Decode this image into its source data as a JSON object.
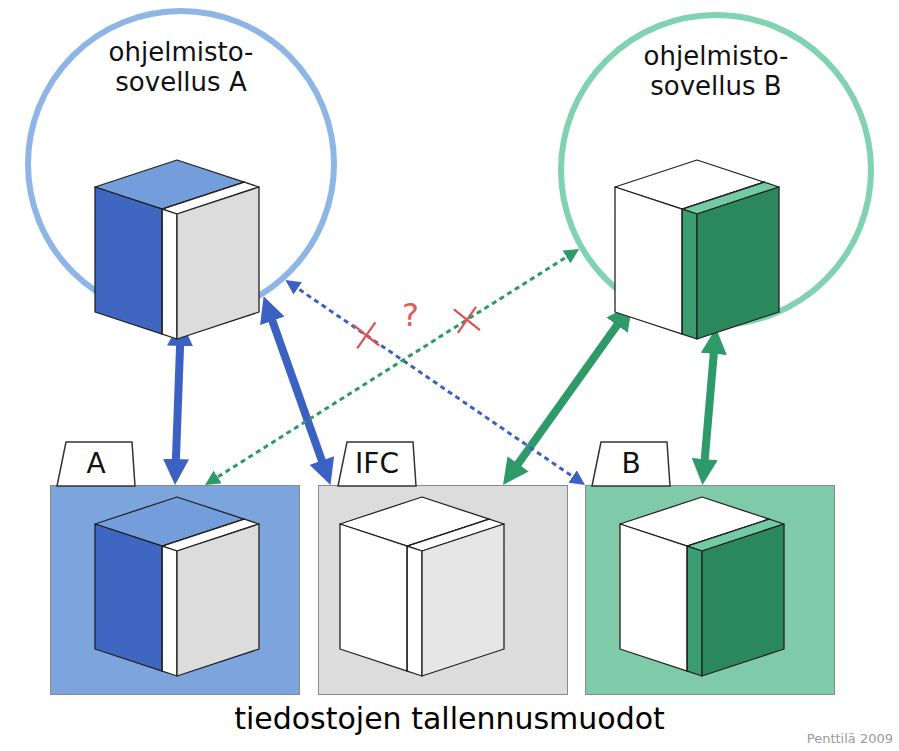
{
  "diagram": {
    "caption": "tiedostojen tallennusmuodot",
    "nodes": [
      {
        "text": [
          "ohjelmisto- sovellus A"
        ]
      },
      {
        "text": [
          "ohjelmisto- sovellus B"
        ]
      },
      {
        "text": [
          "A"
        ]
      },
      {
        "text": [
          "IFC"
        ]
      },
      {
        "text": [
          "B"
        ]
      }
    ],
    "edges": [
      {
        "from": 0,
        "to": 2,
        "arrow": "both"
      },
      {
        "from": 0,
        "to": 3,
        "arrow": "both"
      },
      {
        "from": 1,
        "to": 3,
        "arrow": "both"
      },
      {
        "from": 1,
        "to": 4,
        "arrow": "both"
      },
      {
        "from": 0,
        "to": 4,
        "arrow": "both"
      },
      {
        "from": 1,
        "to": 2,
        "arrow": "both"
      }
    ],
    "labels": [
      "?",
      "Penttilä 2009"
    ]
  }
}
